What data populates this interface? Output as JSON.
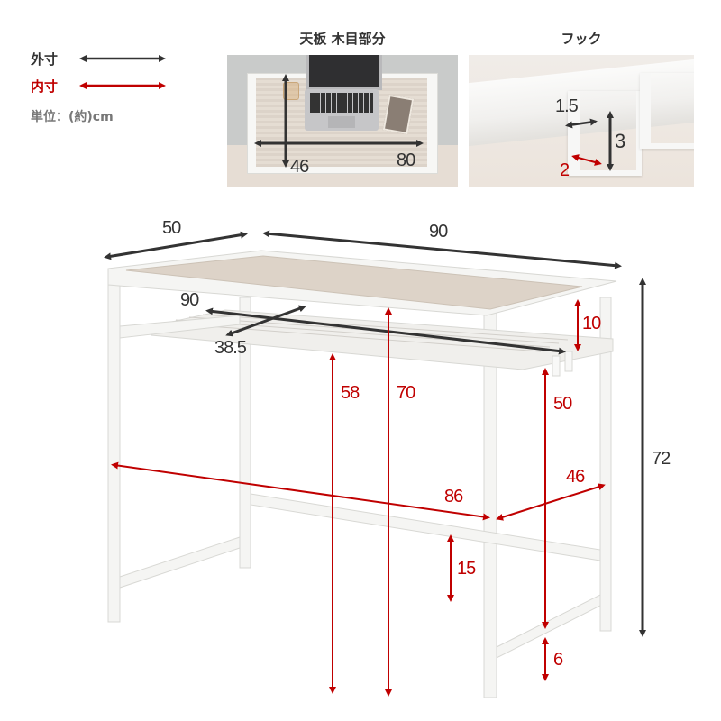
{
  "legend": {
    "outer_label": "外寸",
    "inner_label": "内寸",
    "unit_label": "単位：(約)cm",
    "outer_color": "#333333",
    "inner_color": "#c00000"
  },
  "panels": {
    "tabletop": {
      "title": "天板 木目部分",
      "width_label": "80",
      "depth_label": "46"
    },
    "hook": {
      "title": "フック",
      "gap_label": "1.5",
      "height_label": "3",
      "depth_label": "2"
    }
  },
  "desk": {
    "outer": {
      "depth": "50",
      "width": "90",
      "height": "72"
    },
    "shelf": {
      "width": "90",
      "depth": "38.5",
      "gap_to_top": "10"
    },
    "inner": {
      "shelf_height": "58",
      "top_height": "70",
      "hook_to_bar": "50",
      "leg_span_width": "86",
      "leg_span_depth": "46",
      "bar_to_floor": "15",
      "bottom_bar": "6"
    }
  },
  "colors": {
    "dark": "#333333",
    "red": "#c00000",
    "frame": "#f4f4f2",
    "frame_edge": "#d9d9d6",
    "wood": "#ddd3c8"
  }
}
